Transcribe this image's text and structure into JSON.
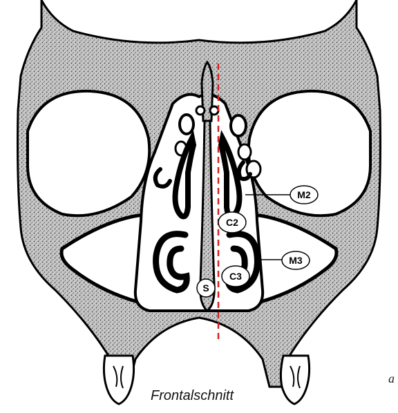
{
  "caption": "Frontalschnitt",
  "edge_mark": "a",
  "labels": {
    "m2": "M2",
    "m3": "M3",
    "c2": "C2",
    "c3": "C3",
    "s": "S"
  },
  "colors": {
    "bone_fill": "#bdbdbd",
    "cavity_fill": "#ffffff",
    "outline": "#000000",
    "midline": "#d62020"
  }
}
